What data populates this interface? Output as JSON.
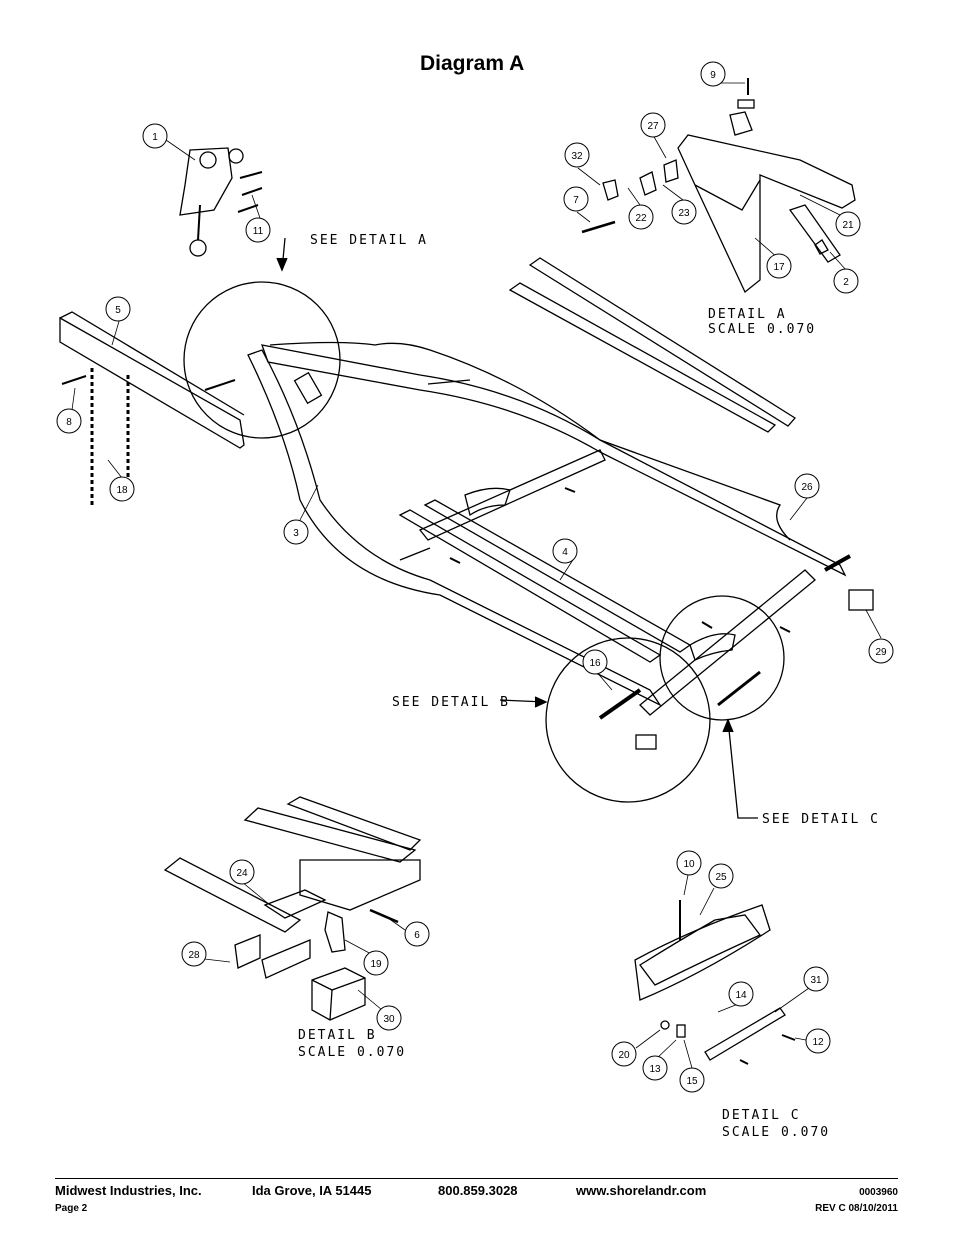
{
  "title": "Diagram A",
  "callouts": {
    "detail_a": "SEE DETAIL A",
    "detail_b": "SEE DETAIL B",
    "detail_c": "SEE DETAIL C"
  },
  "details": {
    "a": {
      "name": "DETAIL A",
      "scale": "SCALE 0.070"
    },
    "b": {
      "name": "DETAIL B",
      "scale": "SCALE 0.070"
    },
    "c": {
      "name": "DETAIL C",
      "scale": "SCALE 0.070"
    }
  },
  "balloons": [
    "1",
    "2",
    "3",
    "4",
    "5",
    "6",
    "7",
    "8",
    "9",
    "10",
    "11",
    "12",
    "13",
    "14",
    "15",
    "16",
    "17",
    "18",
    "19",
    "20",
    "21",
    "22",
    "23",
    "24",
    "25",
    "26",
    "27",
    "28",
    "29",
    "30",
    "31",
    "32"
  ],
  "footer": {
    "company": "Midwest Industries, Inc.",
    "city": "Ida Grove, IA  51445",
    "phone": "800.859.3028",
    "website": "www.shorelandr.com",
    "doc_number": "0003960",
    "page": "Page 2",
    "revision": "REV C  08/10/2011"
  }
}
